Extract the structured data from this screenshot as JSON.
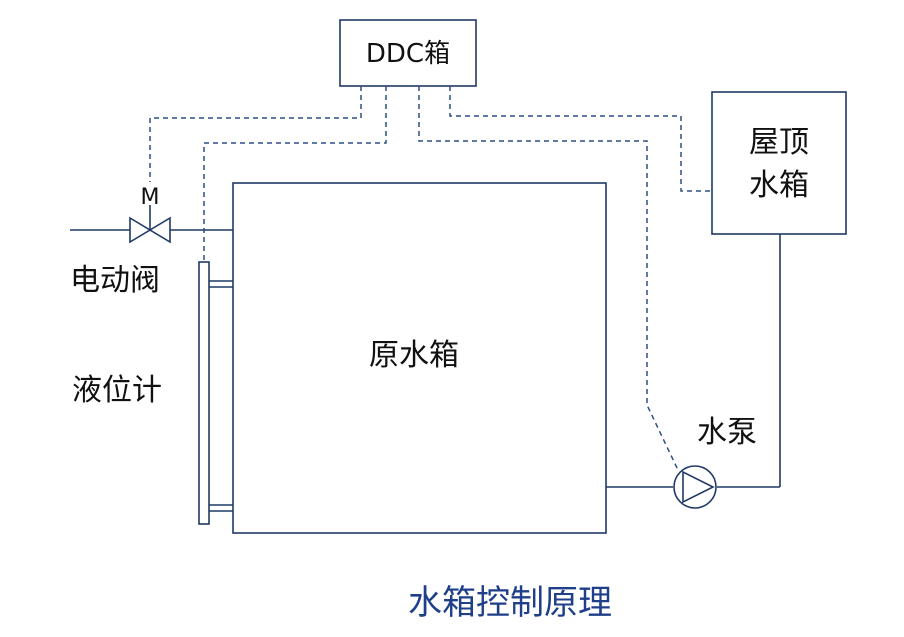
{
  "labels": {
    "ddc_box": "DDC箱",
    "roof_tank_line1": "屋顶",
    "roof_tank_line2": "水箱",
    "raw_tank": "原水箱",
    "valve_motor": "M",
    "electric_valve": "电动阀",
    "level_gauge": "液位计",
    "pump": "水泵",
    "caption": "水箱控制原理"
  },
  "colors": {
    "line": "#1f3a66",
    "signal_line": "#2a4f86",
    "caption": "#1f3f8a"
  }
}
